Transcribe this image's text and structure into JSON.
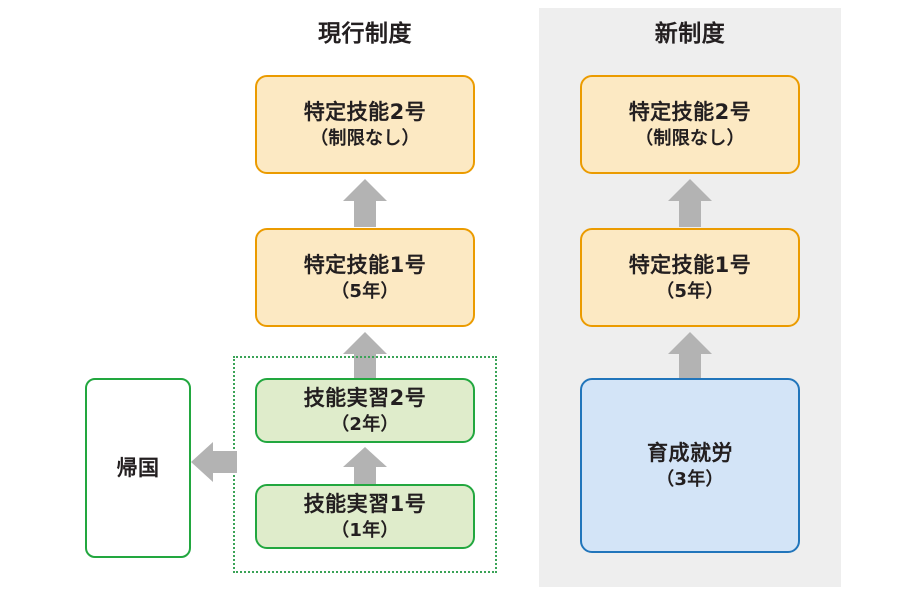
{
  "diagram": {
    "title_current": "現行制度",
    "title_reform": "新制度",
    "accent_colors": {
      "orange_fill": "#fce9c3",
      "orange_border": "#eb9b00",
      "green_fill": "#dfeccb",
      "green_border": "#22a73f",
      "blue_fill": "#d3e4f7",
      "blue_border": "#2175bb",
      "arrow_gray": "#b3b3b3",
      "panel_gray": "#eeeeee",
      "dotted_green": "#3aa357"
    }
  },
  "current": {
    "ssw2": {
      "title": "特定技能2号",
      "sub": "（制限なし）"
    },
    "ssw1": {
      "title": "特定技能1号",
      "sub": "（5年）"
    },
    "trainee2": {
      "title": "技能実習2号",
      "sub": "（2年）"
    },
    "trainee1": {
      "title": "技能実習1号",
      "sub": "（1年）"
    },
    "return_home": {
      "title": "帰国"
    }
  },
  "reform": {
    "ssw2": {
      "title": "特定技能2号",
      "sub": "（制限なし）"
    },
    "ssw1": {
      "title": "特定技能1号",
      "sub": "（5年）"
    },
    "ikusei": {
      "title": "育成就労",
      "sub": "（3年）"
    }
  },
  "arrows": {
    "current_ssw1_to_ssw2": "up-arrow",
    "current_trainee2_to_ssw1": "up-arrow",
    "current_trainee1_to_trainee2": "up-arrow",
    "trainee_to_return": "left-arrow",
    "reform_ssw1_to_ssw2": "up-arrow",
    "reform_ikusei_to_ssw1": "up-arrow"
  }
}
